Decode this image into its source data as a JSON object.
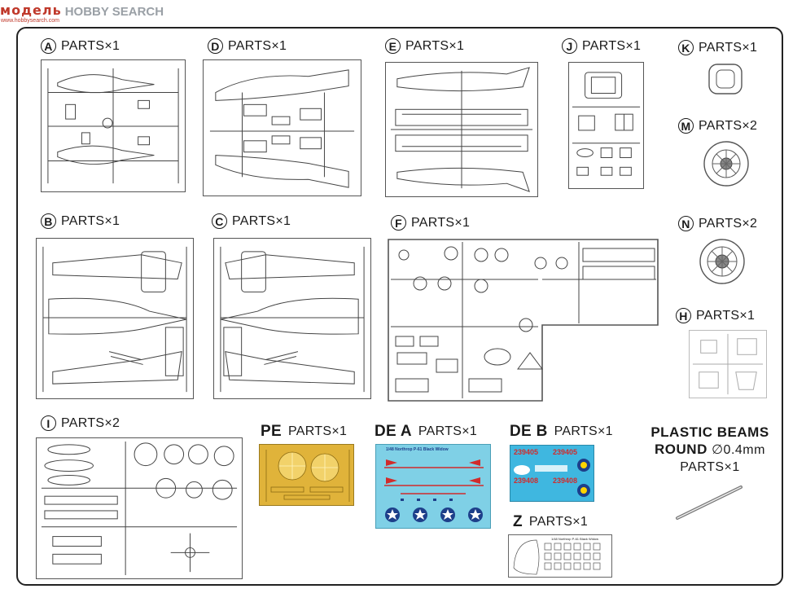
{
  "logo": {
    "cn": "модель",
    "en": "HOBBY SEARCH",
    "url": "www.hobbysearch.com"
  },
  "groups": {
    "A": {
      "letter": "A",
      "qty": "PARTS×1"
    },
    "D": {
      "letter": "D",
      "qty": "PARTS×1"
    },
    "E": {
      "letter": "E",
      "qty": "PARTS×1"
    },
    "J": {
      "letter": "J",
      "qty": "PARTS×1"
    },
    "K": {
      "letter": "K",
      "qty": "PARTS×1"
    },
    "M": {
      "letter": "M",
      "qty": "PARTS×2"
    },
    "B": {
      "letter": "B",
      "qty": "PARTS×1"
    },
    "C": {
      "letter": "C",
      "qty": "PARTS×1"
    },
    "F": {
      "letter": "F",
      "qty": "PARTS×1"
    },
    "N": {
      "letter": "N",
      "qty": "PARTS×2"
    },
    "H": {
      "letter": "H",
      "qty": "PARTS×1"
    },
    "I": {
      "letter": "I",
      "qty": "PARTS×2"
    },
    "PE": {
      "letter": "PE",
      "qty": "PARTS×1"
    },
    "DEA": {
      "letter": "DE A",
      "qty": "PARTS×1"
    },
    "DEB": {
      "letter": "DE B",
      "qty": "PARTS×1"
    },
    "Z": {
      "letter": "Z",
      "qty": "PARTS×1"
    }
  },
  "beams": {
    "line1": "PLASTIC BEAMS",
    "line2": "ROUND",
    "dim": "∅0.4mm",
    "qty": "PARTS×1"
  },
  "decal_a": {
    "title": "1/48 Northrop P-61 Black Widow"
  },
  "decal_b": {
    "codes": [
      "239405",
      "239405",
      "239408",
      "239408"
    ]
  },
  "canopy_z": {
    "title": "1/48 Northrop P-61 Black Widow"
  },
  "colors": {
    "decal_a_bg": "#7fd0e6",
    "decal_b_bg": "#3fb7e0",
    "pe_bg": "#e0b33a",
    "red": "#d12b2b",
    "navy": "#1d3f8a"
  }
}
